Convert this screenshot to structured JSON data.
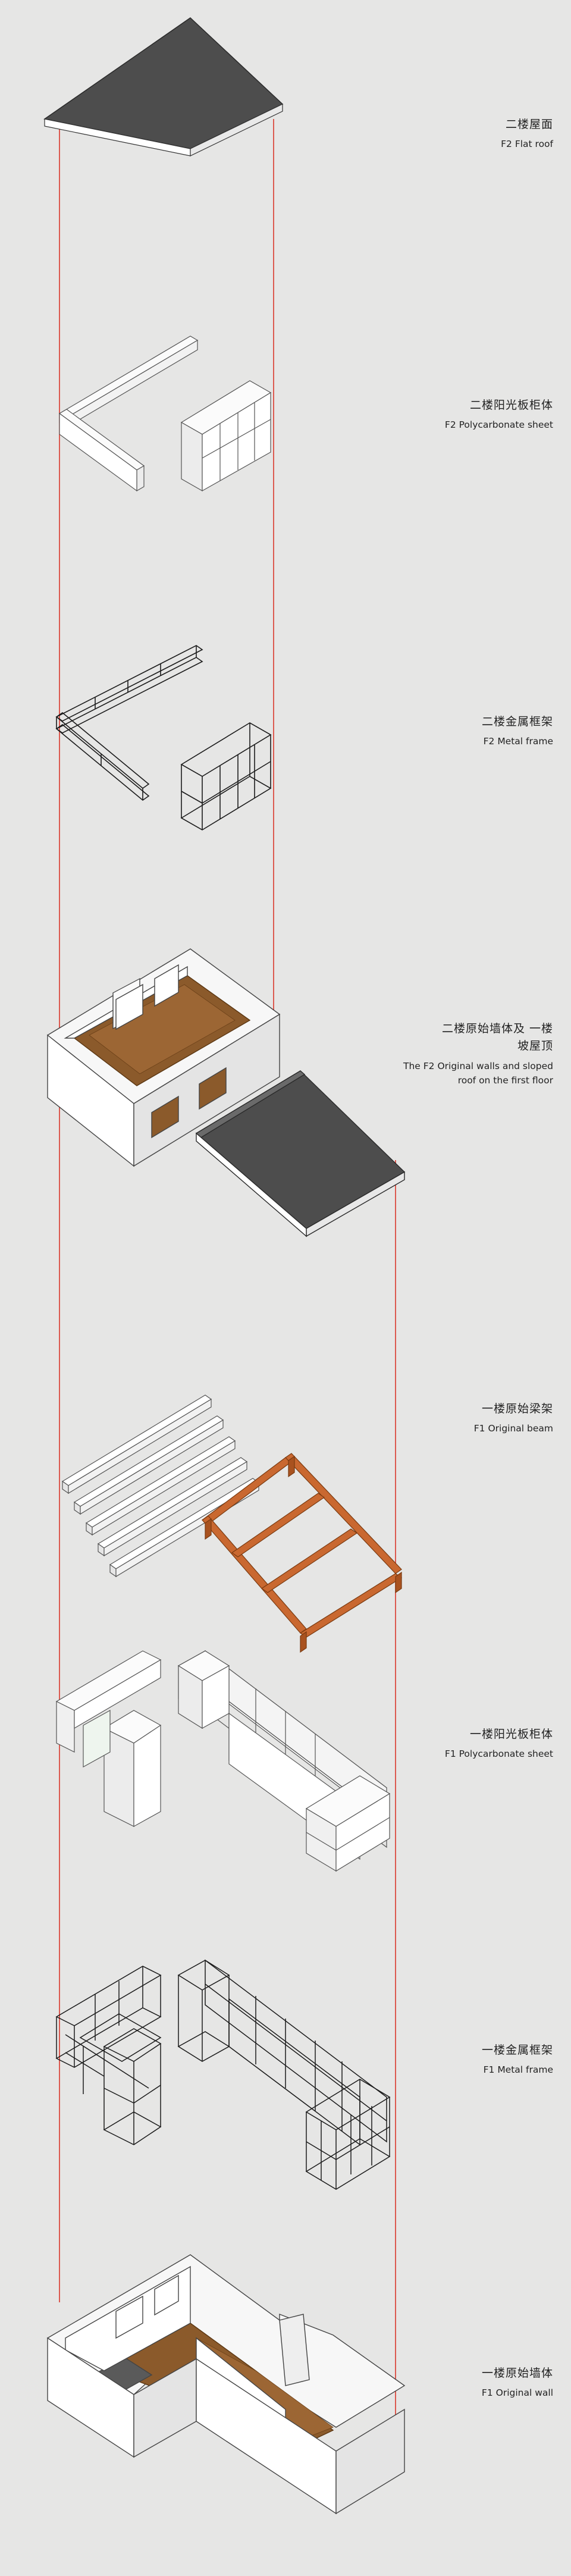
{
  "layers": [
    {
      "zh": "二楼屋面",
      "en": "F2 Flat roof"
    },
    {
      "zh": "二楼阳光板柜体",
      "en": "F2 Polycarbonate sheet"
    },
    {
      "zh": "二楼金属框架",
      "en": "F2 Metal frame"
    },
    {
      "zh": "二楼原始墙体及 一楼坡屋顶",
      "en": "The F2 Original walls and sloped roof on the first floor"
    },
    {
      "zh": "一楼原始梁架",
      "en": "F1 Original beam"
    },
    {
      "zh": "一楼阳光板柜体",
      "en": "F1 Polycarbonate sheet"
    },
    {
      "zh": "一楼金属框架",
      "en": "F1 Metal frame"
    },
    {
      "zh": "一楼原始墙体",
      "en": "F1 Original wall"
    }
  ],
  "colors": {
    "background": "#e6e6e5",
    "guide_line": "#d9362b",
    "roof": "#4f4f4f",
    "wall": "#f4f4f4",
    "wood_floor": "#8b5a2b",
    "beam": "#c96830",
    "frame": "#1b1b1b"
  }
}
